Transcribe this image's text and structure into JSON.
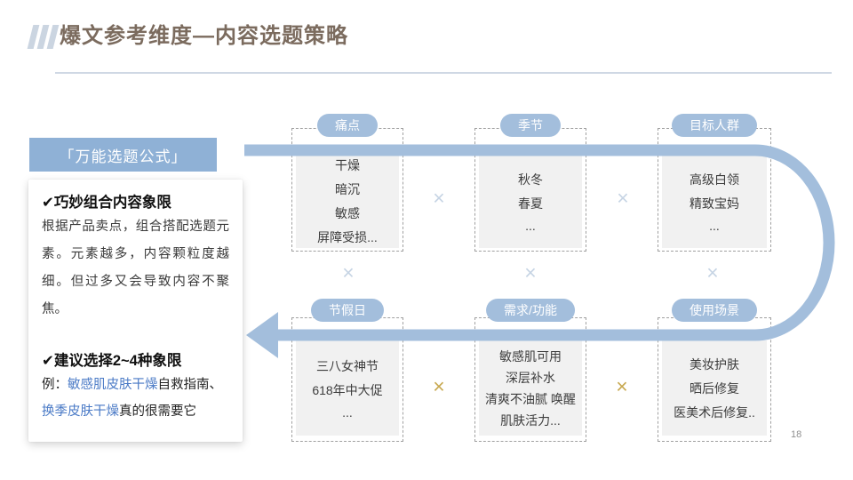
{
  "slide": {
    "title": "爆文参考维度—内容选题策略",
    "page_number": "18"
  },
  "symbols": {
    "multiply": "×"
  },
  "colors": {
    "arrow_blue": "#A3BEDC",
    "pill_blue": "#A3BEDC",
    "panel_header_blue": "#8FB1D6",
    "highlight_text_blue": "#4A7AC6",
    "gold_multiply": "#C7A84F",
    "light_multiply": "#C6D4E4",
    "title_text": "#7B6B5E",
    "box_fill_gray": "#F1F1F1"
  },
  "formula_panel": {
    "header": "「万能选题公式」",
    "point1_title": "✔巧妙组合内容象限",
    "point1_body": "根据产品卖点，组合搭配选题元素。元素越多，内容颗粒度越细。但过多又会导致内容不聚焦。",
    "point2_title": "✔建议选择2~4种象限",
    "example_segments": [
      {
        "text": "例：",
        "highlight": false
      },
      {
        "text": "敏感肌皮肤干燥",
        "highlight": true
      },
      {
        "text": "自救指南、",
        "highlight": false
      },
      {
        "text": "换季皮肤干燥",
        "highlight": true
      },
      {
        "text": "真的很需要它",
        "highlight": false
      }
    ]
  },
  "dimensions": {
    "top_row": [
      {
        "label": "痛点",
        "items": [
          "干燥",
          "暗沉",
          "敏感",
          "屏障受损..."
        ]
      },
      {
        "label": "季节",
        "items": [
          "秋冬",
          "春夏",
          "..."
        ]
      },
      {
        "label": "目标人群",
        "items": [
          "高级白领",
          "精致宝妈",
          "..."
        ]
      }
    ],
    "bottom_row": [
      {
        "label": "节假日",
        "items": [
          "三八女神节",
          "618年中大促",
          "..."
        ]
      },
      {
        "label": "需求/功能",
        "items": [
          "敏感肌可用",
          "深层补水",
          "清爽不油腻 唤醒",
          "肌肤活力..."
        ]
      },
      {
        "label": "使用场景",
        "items": [
          "美妆护肤",
          "晒后修复",
          "医美术后修复.."
        ]
      }
    ]
  }
}
